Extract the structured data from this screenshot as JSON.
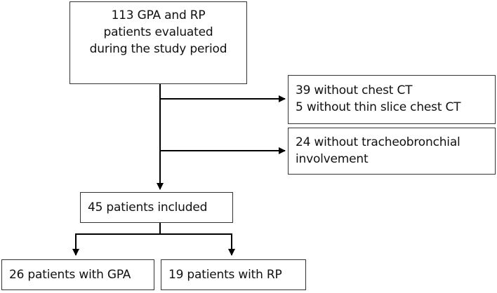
{
  "flowchart": {
    "start": [
      "113 GPA and RP",
      "patients evaluated",
      "during the study period"
    ],
    "exclusion_1": [
      "39 without chest CT",
      "5 without thin slice chest  CT"
    ],
    "exclusion_2": [
      "24 without tracheobronchial",
      "involvement"
    ],
    "included": "45 patients included",
    "group_gpa": "26 patients with GPA",
    "group_rp": "19 patients with RP"
  },
  "colors": {
    "stroke": "#333333",
    "arrow": "#000000",
    "text": "#111111"
  }
}
